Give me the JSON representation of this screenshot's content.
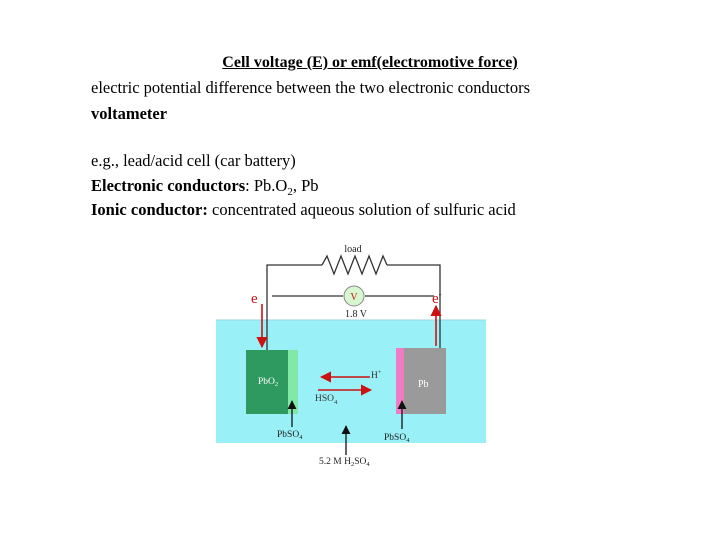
{
  "title": "Cell voltage (E) or emf(electromotive force)",
  "line1": "electric potential difference between the two electronic conductors",
  "line2": "voltameter",
  "line3": "e.g., lead/acid cell (car battery)",
  "line4": {
    "label": "Electronic conductors",
    "text_a": ": Pb.O",
    "sub": "2",
    "text_b": ", Pb"
  },
  "line5": {
    "label": "Ionic conductor:",
    "text": " concentrated aqueous solution of sulfuric acid"
  },
  "diagram": {
    "load_label": "load",
    "voltmeter_symbol": "V",
    "voltage": "1.8 V",
    "electron_left": "e",
    "electron_right": "e",
    "electron_sup": "-",
    "electrode_left": "PbO",
    "electrode_left_sub": "2",
    "electrode_right": "Pb",
    "ion_h": "H",
    "ion_h_sup": "+",
    "ion_hso": "HSO",
    "ion_hso_sub": "4",
    "product_left": "PbSO",
    "product_left_sub": "4",
    "product_right": "PbSO",
    "product_right_sub": "4",
    "electrolyte": "5.2 M H",
    "electrolyte_sub_a": "2",
    "electrolyte_mid": "SO",
    "electrolyte_sub_b": "4",
    "colors": {
      "electrolyte": "#99f0f7",
      "pbo2": "#2e9a60",
      "pbo2_layer": "#82e8a8",
      "pb": "#9a9a9a",
      "pb_layer": "#f07cc6",
      "arrow_red": "#cc1111"
    }
  }
}
